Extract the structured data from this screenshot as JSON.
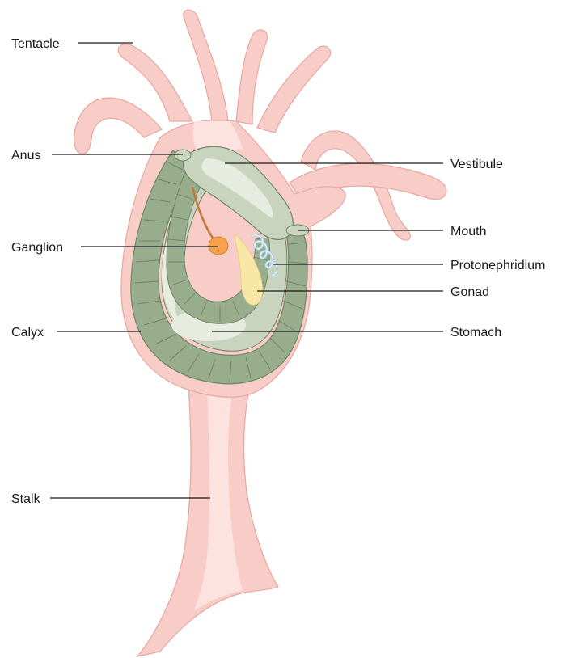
{
  "labels": {
    "tentacle": "Tentacle",
    "anus": "Anus",
    "ganglion": "Ganglion",
    "calyx": "Calyx",
    "stalk": "Stalk",
    "vestibule": "Vestibule",
    "mouth": "Mouth",
    "protonephridium": "Protonephridium",
    "gonad": "Gonad",
    "stomach": "Stomach"
  },
  "colors": {
    "body_pink": "#f8cdc8",
    "body_pink_light": "#fde3df",
    "body_outline": "#e6a7a1",
    "gut_wall": "#98ad8b",
    "gut_wall_dark": "#6f8566",
    "gut_inner": "#c9d4bf",
    "gut_light": "#e6ece0",
    "ganglion": "#f4a24c",
    "nerve": "#c8783a",
    "gonad": "#f7e6a6",
    "protonephridium": "#a9cfe6"
  }
}
